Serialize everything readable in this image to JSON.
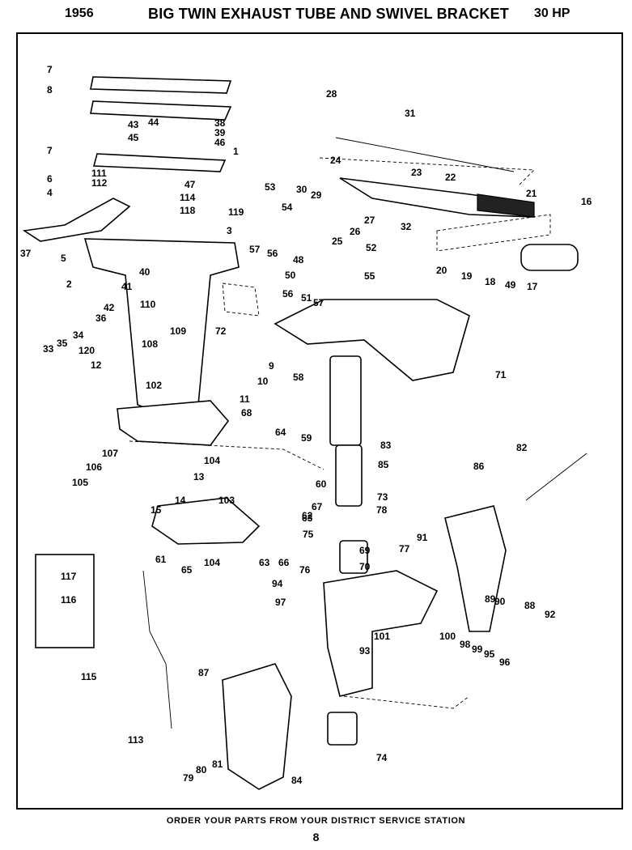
{
  "header": {
    "year": "1956",
    "title": "BIG TWIN EXHAUST TUBE AND SWIVEL BRACKET",
    "hp": "30  HP"
  },
  "footer": {
    "order_note": "ORDER YOUR PARTS FROM YOUR DISTRICT SERVICE STATION",
    "page": "8"
  },
  "callouts": [
    "7",
    "8",
    "7",
    "6",
    "4",
    "43",
    "44",
    "45",
    "38",
    "39",
    "46",
    "1",
    "111",
    "112",
    "47",
    "114",
    "118",
    "119",
    "53",
    "54",
    "3",
    "2",
    "5",
    "37",
    "40",
    "41",
    "42",
    "36",
    "33",
    "35",
    "34",
    "120",
    "12",
    "110",
    "109",
    "108",
    "102",
    "57",
    "56",
    "48",
    "50",
    "55",
    "52",
    "51",
    "72",
    "56",
    "57",
    "58",
    "9",
    "10",
    "11",
    "68",
    "28",
    "31",
    "24",
    "30",
    "29",
    "23",
    "22",
    "21",
    "26",
    "27",
    "25",
    "32",
    "16",
    "20",
    "19",
    "18",
    "17",
    "49",
    "71",
    "64",
    "59",
    "60",
    "67",
    "63",
    "66",
    "62",
    "63",
    "104",
    "13",
    "14",
    "15",
    "103",
    "61",
    "65",
    "104",
    "107",
    "106",
    "105",
    "83",
    "85",
    "73",
    "78",
    "77",
    "69",
    "70",
    "75",
    "76",
    "82",
    "86",
    "91",
    "89",
    "90",
    "88",
    "92",
    "94",
    "97",
    "101",
    "93",
    "100",
    "98",
    "99",
    "95",
    "96",
    "117",
    "116",
    "115",
    "113",
    "87",
    "79",
    "80",
    "81",
    "84",
    "74"
  ]
}
